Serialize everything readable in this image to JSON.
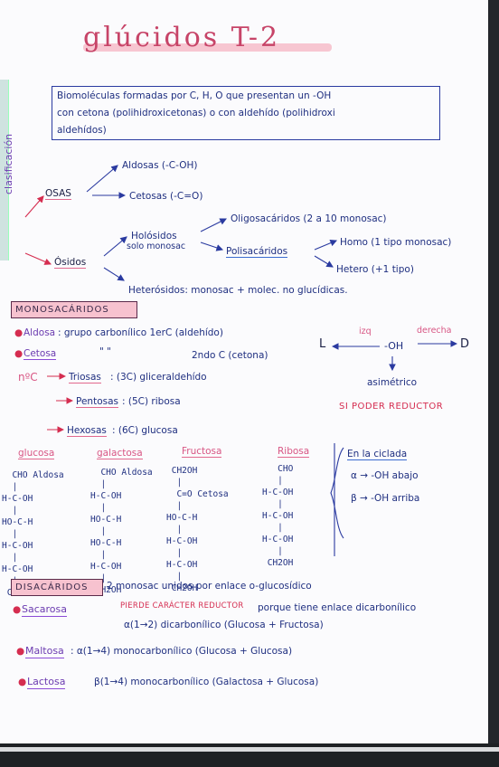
{
  "title": "glúcidos T-2",
  "intro": [
    "Biomoléculas formadas por C, H, O que presentan un -OH",
    "con cetona (polihidroxicetonas) o con aldehído (polihidroxi",
    "aldehídos)"
  ],
  "classification": {
    "side_label": "clasificación",
    "osas": "OSAS",
    "aldosas": "Aldosas (-C-OH)",
    "cetosas": "Cetosas (-C=O)",
    "osidos": "Ósidos",
    "holosidos": "Holósidos",
    "holosidos_sub": "solo monosac",
    "oligosacaridos": "Oligosacáridos (2 a 10 monosac)",
    "polisacaridos": "Polisacáridos",
    "homo": "Homo (1 tipo monosac)",
    "hetero": "Hetero (+1 tipo)",
    "heterosidos": "Heterósidos: monosac + molec. no glucídicas."
  },
  "monosacaridos": {
    "heading": "MONOSACÁRIDOS",
    "aldosa_label": "Aldosa",
    "aldosa_text": ": grupo carbonílico 1erC (aldehído)",
    "cetosa_label": "Cetosa",
    "cetosa_ditto": "\"      \"",
    "cetosa_text": "2ndo C (cetona)",
    "nc": "nºC",
    "triosas": "Triosas",
    "triosas_text": ": (3C) gliceraldehído",
    "pentosas": "Pentosas",
    "pentosas_text": ": (5C) ribosa",
    "hexosas": "Hexosas",
    "hexosas_text": ": (6C) glucosa",
    "izq": "izq",
    "derecha": "derecha",
    "L": "L",
    "OH": "-OH",
    "D": "D",
    "asimetrico": "asimétrico",
    "poder_reductor": "SI PODER REDUCTOR"
  },
  "structures": [
    {
      "name": "glucosa",
      "lines": [
        "  CHO Aldosa",
        "  |",
        "H-C-OH",
        "  |",
        "HO-C-H",
        "  |",
        "H-C-OH",
        "  |",
        "H-C-OH",
        "  |",
        " CH2OH"
      ]
    },
    {
      "name": "galactosa",
      "lines": [
        "  CHO Aldosa",
        "  |",
        "H-C-OH",
        "  |",
        "HO-C-H",
        "  |",
        "HO-C-H",
        "  |",
        "H-C-OH",
        "  |",
        " CH2OH"
      ]
    },
    {
      "name": "Fructosa",
      "lines": [
        " CH2OH",
        "  |",
        "  C=O Cetosa",
        "  |",
        "HO-C-H",
        "  |",
        "H-C-OH",
        "  |",
        "H-C-OH",
        "  |",
        " CH2OH"
      ]
    },
    {
      "name": "Ribosa",
      "lines": [
        "   CHO",
        "   |",
        "H-C-OH",
        "   |",
        "H-C-OH",
        "   |",
        "H-C-OH",
        "   |",
        " CH2OH"
      ]
    }
  ],
  "ciclada": {
    "heading": "En la ciclada",
    "alpha": "α → -OH abajo",
    "beta": "β → -OH arriba"
  },
  "disacaridos": {
    "heading": "DISACÁRIDOS",
    "definition": "2 monosac unidos por enlace o-glucosídico",
    "sacarosa": "Sacarosa",
    "sacarosa_red": "PIERDE CARÁCTER REDUCTOR",
    "sacarosa_rest": "porque tiene enlace dicarbonílico",
    "sacarosa_line2": "α(1→2) dicarbonílico (Glucosa + Fructosa)",
    "maltosa": "Maltosa",
    "maltosa_text": ": α(1→4) monocarbonílico (Glucosa + Glucosa)",
    "lactosa": "Lactosa",
    "lactosa_text": "β(1→4) monocarbonílico (Galactosa + Glucosa)"
  },
  "colors": {
    "title": "#c74468",
    "ink": "#1f2f80",
    "highlight": "#f7c2cf",
    "red": "#d52d50"
  }
}
